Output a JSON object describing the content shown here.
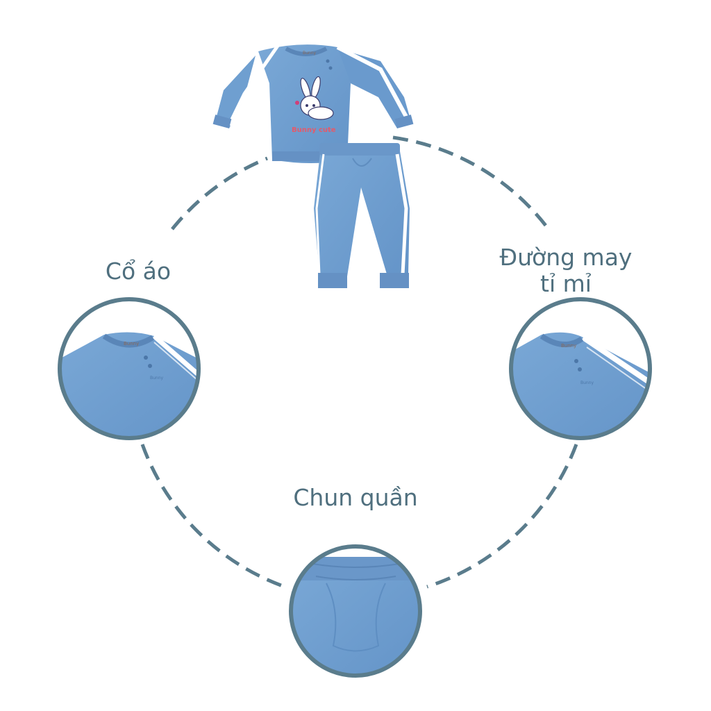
{
  "labels": {
    "collar": "Cổ áo",
    "seam_line1": "Đường may",
    "seam_line2": "tỉ mỉ",
    "waistband": "Chun quần"
  },
  "product": {
    "brand": "Bunny",
    "print_text": "Bunny cute"
  },
  "colors": {
    "ring": "#5a7c8c",
    "fabric": "#6f9fd0",
    "fabric_dark": "#5e8ec2",
    "stripe": "#ffffff",
    "label_text": "#4f6f7e"
  }
}
